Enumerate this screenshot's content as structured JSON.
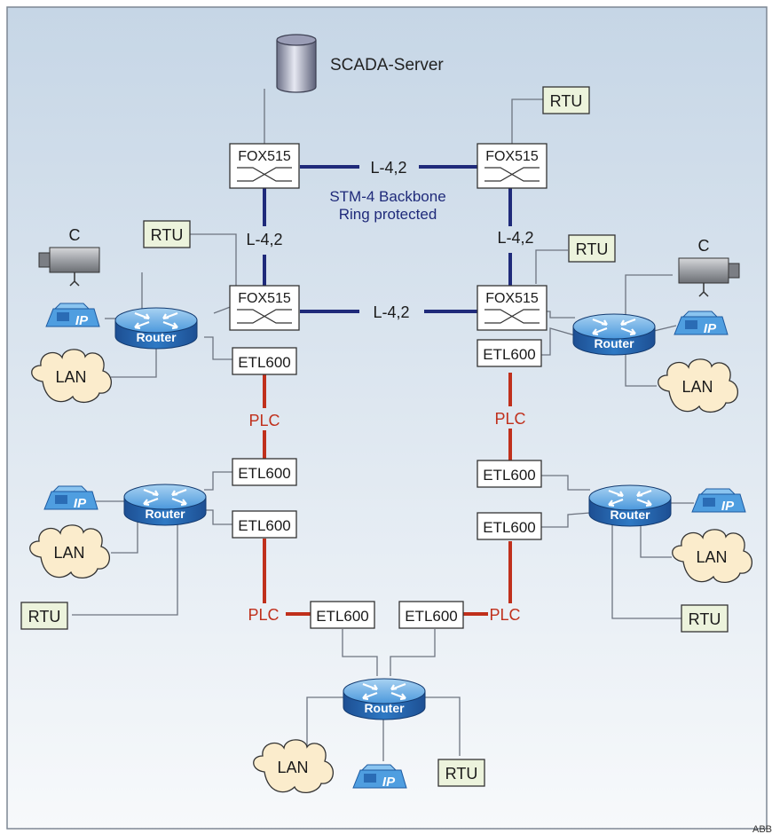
{
  "server": {
    "label": "SCADA-Server"
  },
  "fox": [
    {
      "label": "FOX515"
    },
    {
      "label": "FOX515"
    },
    {
      "label": "FOX515"
    },
    {
      "label": "FOX515"
    }
  ],
  "links": [
    {
      "label": "L-4,2"
    },
    {
      "label": "L-4,2"
    },
    {
      "label": "L-4,2"
    },
    {
      "label": "L-4,2"
    }
  ],
  "backbone": {
    "line1": "STM-4 Backbone",
    "line2": "Ring protected"
  },
  "etl": [
    {
      "label": "ETL600"
    },
    {
      "label": "ETL600"
    },
    {
      "label": "ETL600"
    },
    {
      "label": "ETL600"
    },
    {
      "label": "ETL600"
    },
    {
      "label": "ETL600"
    },
    {
      "label": "ETL600"
    },
    {
      "label": "ETL600"
    }
  ],
  "plc": [
    {
      "label": "PLC"
    },
    {
      "label": "PLC"
    },
    {
      "label": "PLC"
    },
    {
      "label": "PLC"
    }
  ],
  "rtu": [
    {
      "label": "RTU"
    },
    {
      "label": "RTU"
    },
    {
      "label": "RTU"
    },
    {
      "label": "RTU"
    },
    {
      "label": "RTU"
    },
    {
      "label": "RTU"
    }
  ],
  "routers": [
    {
      "label": "Router"
    },
    {
      "label": "Router"
    },
    {
      "label": "Router"
    },
    {
      "label": "Router"
    },
    {
      "label": "Router"
    }
  ],
  "lans": [
    {
      "label": "LAN"
    },
    {
      "label": "LAN"
    },
    {
      "label": "LAN"
    },
    {
      "label": "LAN"
    },
    {
      "label": "LAN"
    }
  ],
  "phones": [
    {
      "label": "IP"
    },
    {
      "label": "IP"
    },
    {
      "label": "IP"
    },
    {
      "label": "IP"
    },
    {
      "label": "IP"
    }
  ],
  "cameras": [
    {
      "label": "C"
    },
    {
      "label": "C"
    }
  ],
  "credit": "ABB",
  "colors": {
    "backbone": "#1f2a7a",
    "plc": "#c0301c",
    "thin": "#6d7480",
    "rtu_fill": "#ecf3dc",
    "router": "#3a86c8",
    "cloud": "#fbeccc",
    "bg_top": "#c6d6e6",
    "bg_bottom": "#f6f9fb"
  }
}
